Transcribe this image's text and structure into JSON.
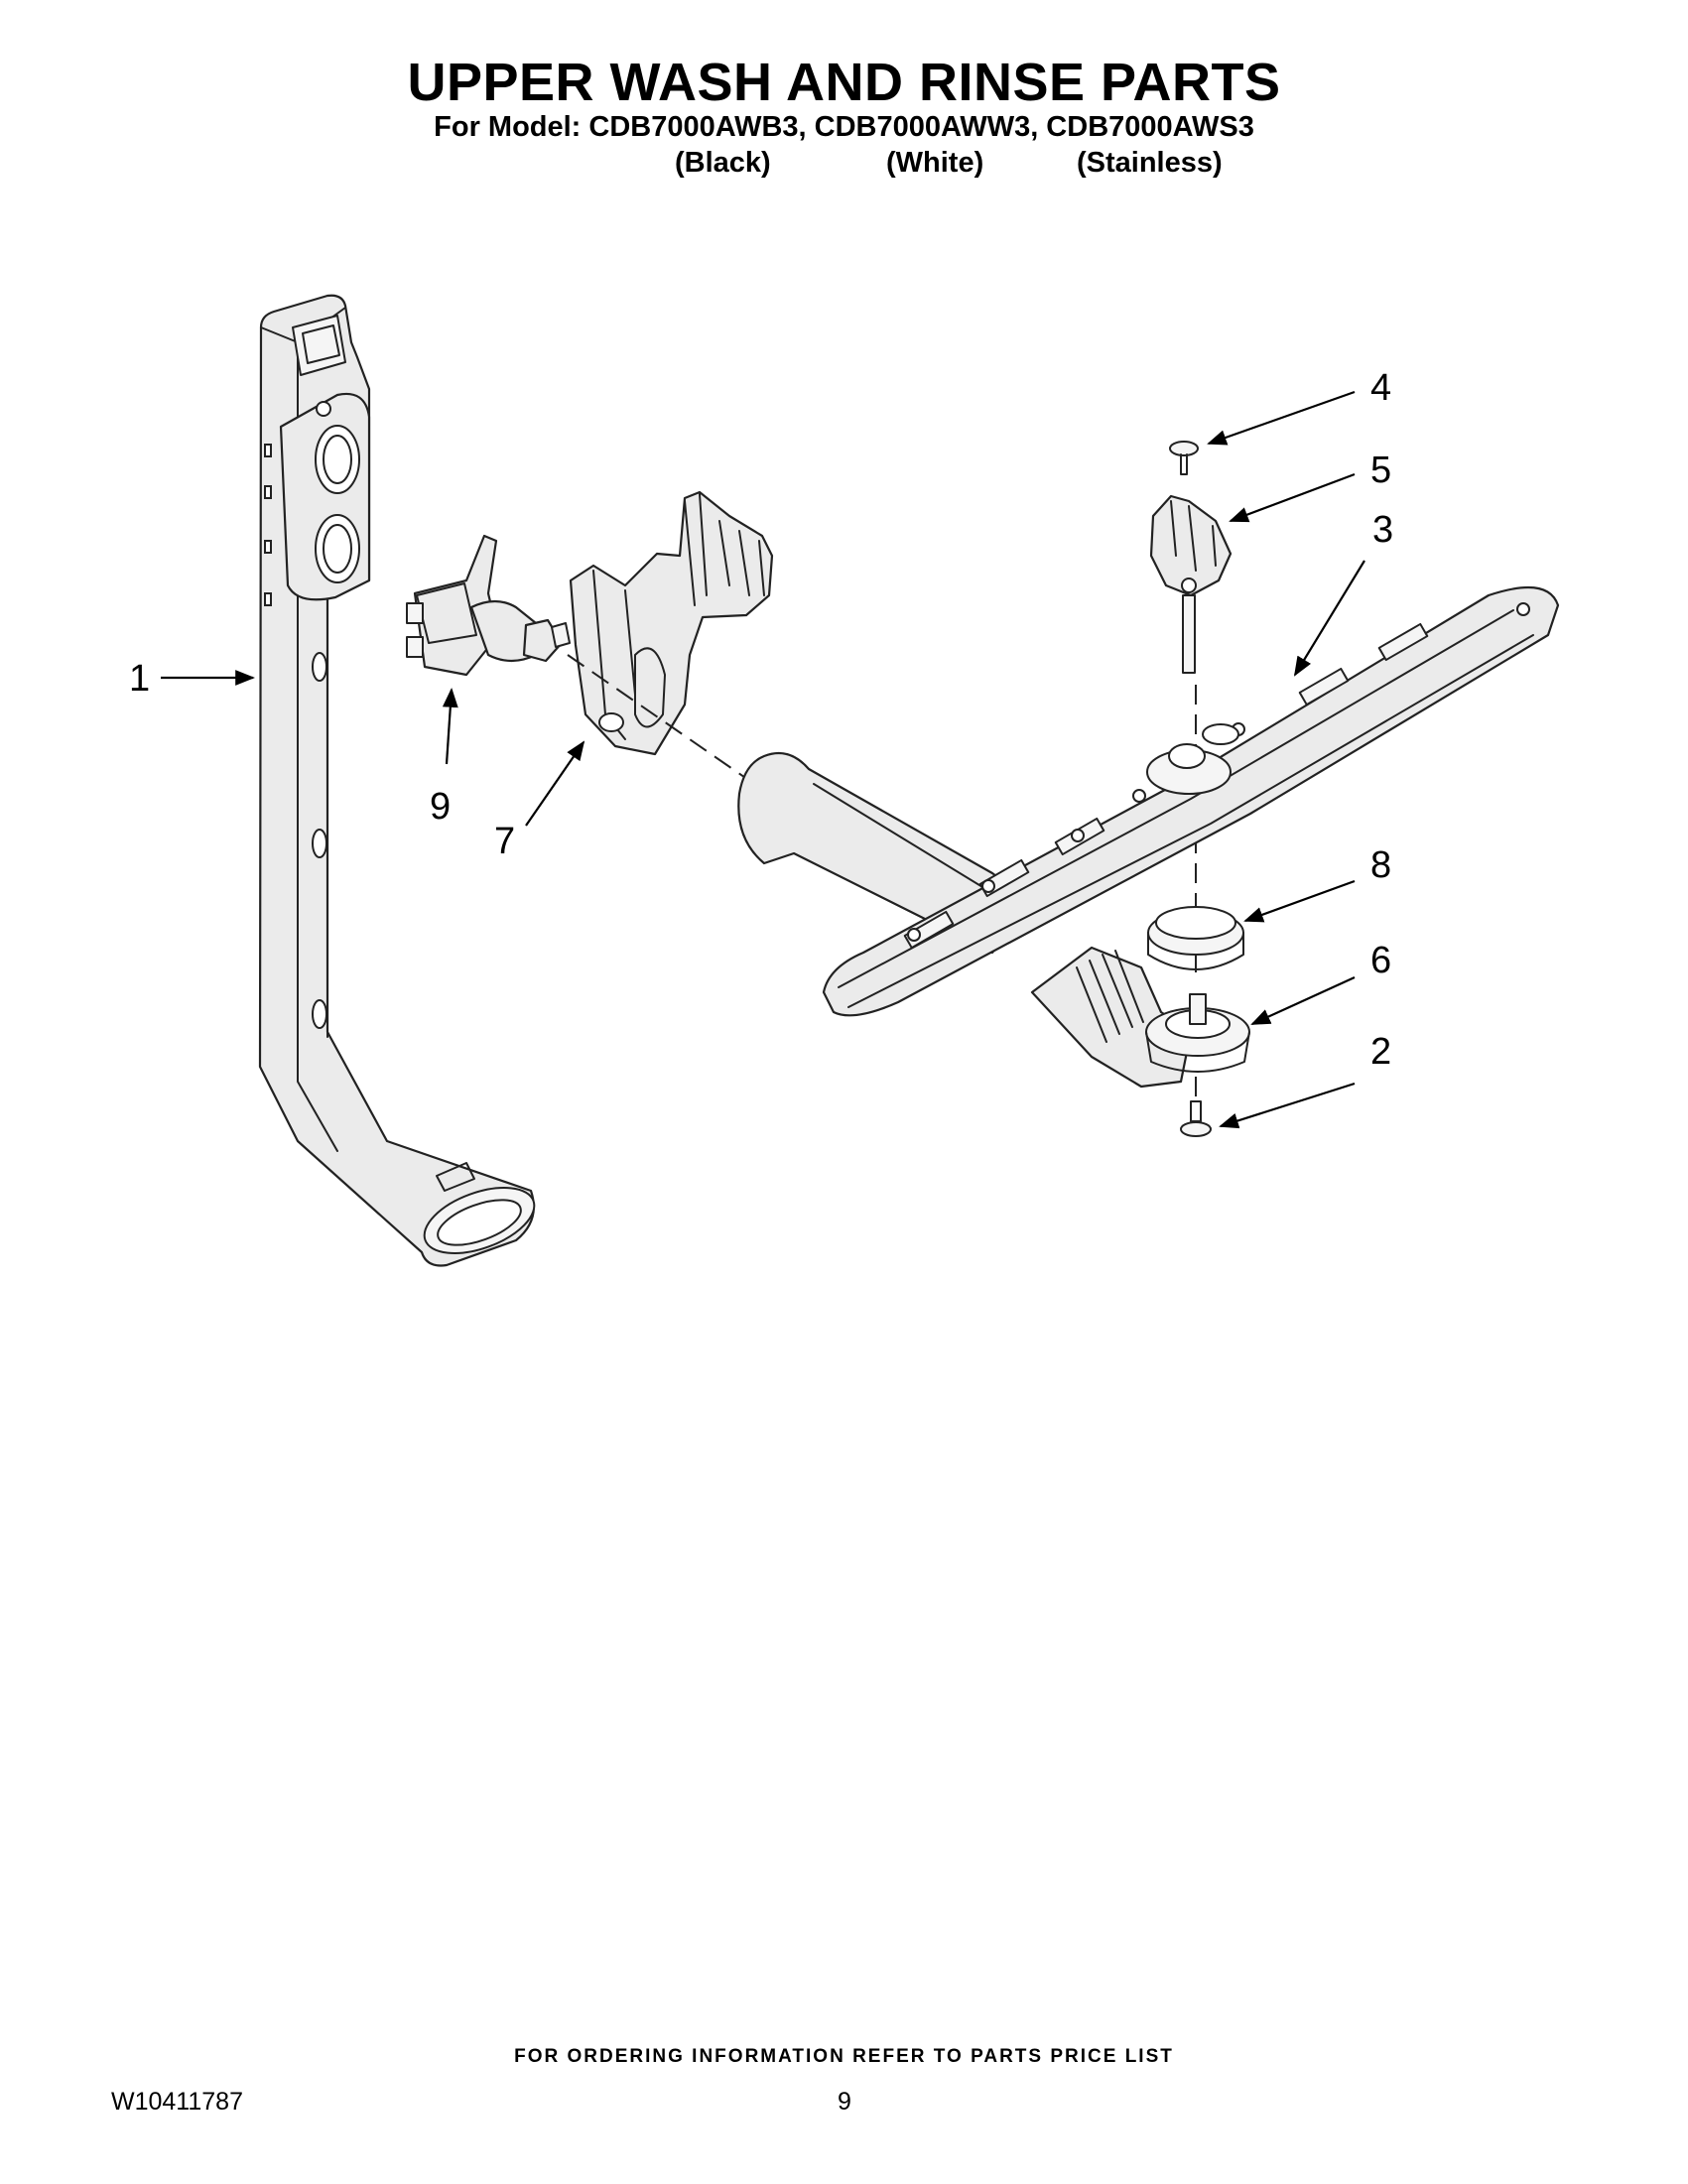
{
  "header": {
    "title": "UPPER WASH AND RINSE PARTS",
    "subtitle": "For Model: CDB7000AWB3, CDB7000AWW3, CDB7000AWS3",
    "variants": [
      "(Black)",
      "(White)",
      "(Stainless)"
    ]
  },
  "callouts": {
    "c1": "1",
    "c2": "2",
    "c3": "3",
    "c4": "4",
    "c5": "5",
    "c6": "6",
    "c7": "7",
    "c8": "8",
    "c9": "9"
  },
  "footer": {
    "note": "FOR ORDERING INFORMATION REFER TO PARTS PRICE LIST",
    "doc_number": "W10411787",
    "page_number": "9"
  }
}
